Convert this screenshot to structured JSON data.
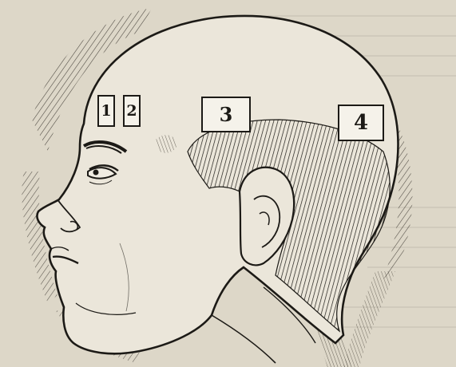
{
  "figure": {
    "labels": [
      {
        "id": "box1",
        "text": "1"
      },
      {
        "id": "box2",
        "text": "2"
      },
      {
        "id": "box3",
        "text": "3"
      },
      {
        "id": "box4",
        "text": "4"
      }
    ]
  },
  "colors": {
    "paper": "#ddd7c8",
    "ink": "#1c1a16",
    "label_fill": "#f5f2ea"
  }
}
